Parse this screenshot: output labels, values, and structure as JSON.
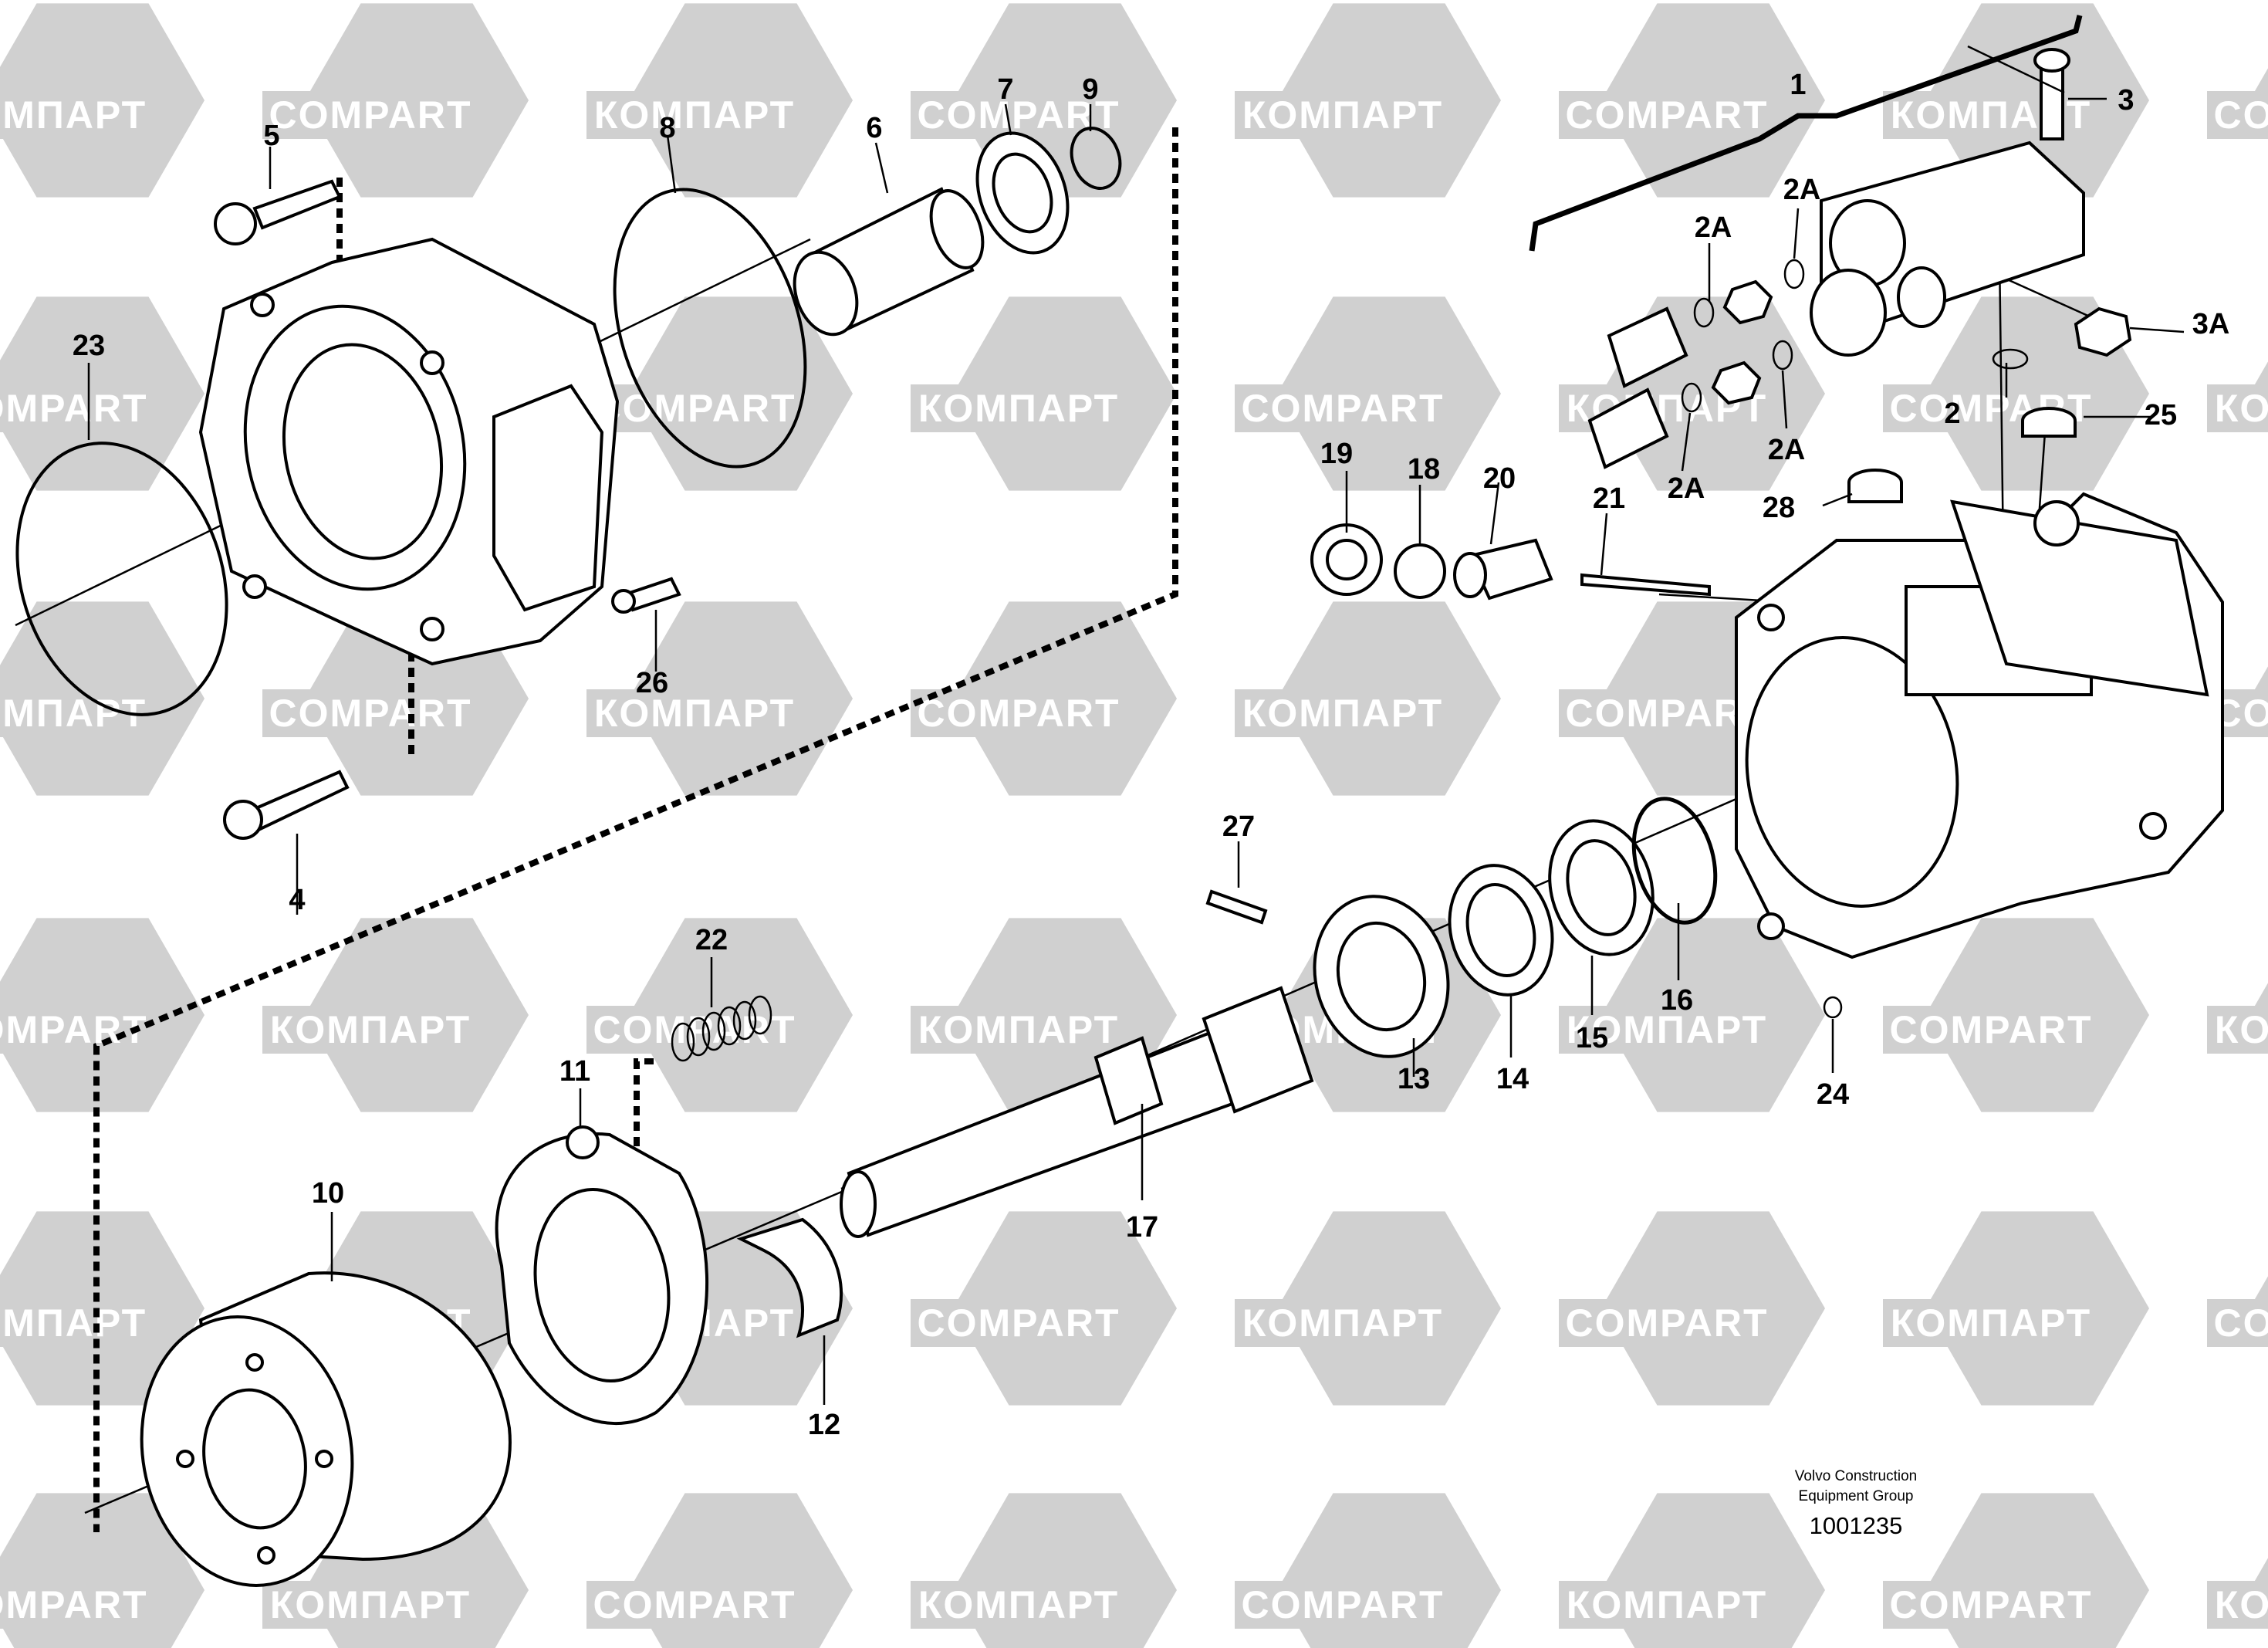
{
  "watermark": {
    "text_latin": "COMPART",
    "text_cyrillic": "КОМПАРТ",
    "color": "#d0d0d0"
  },
  "caption": {
    "line1": "Volvo Construction",
    "line2": "Equipment Group",
    "number": "1001235"
  },
  "labels": [
    "1",
    "2",
    "2A",
    "2A",
    "2A",
    "2A",
    "3",
    "3A",
    "4",
    "5",
    "6",
    "7",
    "8",
    "9",
    "10",
    "11",
    "12",
    "13",
    "14",
    "15",
    "16",
    "17",
    "18",
    "19",
    "20",
    "21",
    "22",
    "23",
    "24",
    "25",
    "26",
    "27",
    "28"
  ]
}
